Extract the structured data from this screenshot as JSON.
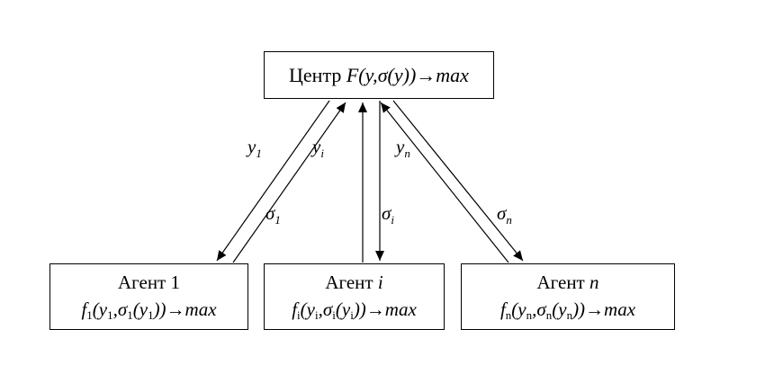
{
  "center": {
    "word": "Центр",
    "F": "F",
    "args": "(y,",
    "sigma": "σ",
    "args2": "(y))",
    "arrow": "→",
    "max": "max"
  },
  "agents": [
    {
      "word": "Агент",
      "index": "1",
      "f": "f",
      "f_sub": "1",
      "y": "(y",
      "y_sub": "1",
      "sigma": ",σ",
      "sigma_sub": "1",
      "inner": "(y",
      "inner_sub": "1",
      "tail": "))→max"
    },
    {
      "word": "Агент",
      "index": "i",
      "f": "f",
      "f_sub": "i",
      "y": "(y",
      "y_sub": "i",
      "sigma": ",σ",
      "sigma_sub": "i",
      "inner": "(y",
      "inner_sub": "i",
      "tail": "))→max"
    },
    {
      "word": "Агент",
      "index": "n",
      "f": "f",
      "f_sub": "n",
      "y": "(y",
      "y_sub": "n",
      "sigma": ",σ",
      "sigma_sub": "n",
      "inner": "(y",
      "inner_sub": "n",
      "tail": "))→max"
    }
  ],
  "edge_labels": {
    "y1": {
      "base": "y",
      "sub": "1"
    },
    "yi": {
      "base": "y",
      "sub": "i"
    },
    "yn": {
      "base": "y",
      "sub": "n"
    },
    "s1": {
      "base": "σ",
      "sub": "1"
    },
    "si": {
      "base": "σ",
      "sub": "i"
    },
    "sn": {
      "base": "σ",
      "sub": "n"
    }
  }
}
